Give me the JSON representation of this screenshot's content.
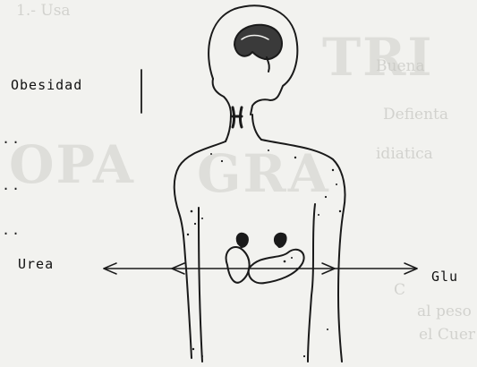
{
  "labels": {
    "obesity": "Obesidad",
    "urea": "Urea",
    "glu": "Glu",
    "ellipsis": ".."
  },
  "ghost_text": {
    "line1": "1.- Usa",
    "line2": "Buena",
    "line3": "Defienta",
    "line4": "idiatica",
    "line5": "C",
    "line6": "al peso",
    "line7": "el Cuer",
    "big1": "TRI",
    "big2": "OPA",
    "big3": "GRA"
  }
}
